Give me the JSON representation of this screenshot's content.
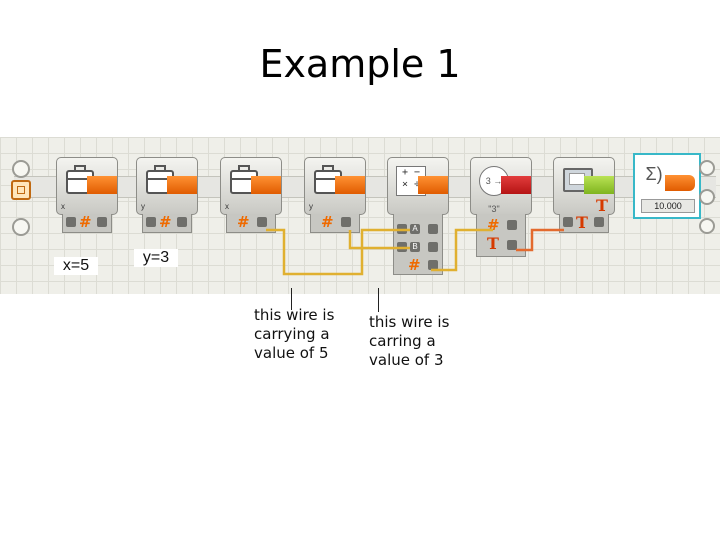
{
  "title": "Example 1",
  "program": {
    "blocks": [
      {
        "type": "variable",
        "label": "x"
      },
      {
        "type": "variable",
        "label": "y"
      },
      {
        "type": "variable",
        "label": "x"
      },
      {
        "type": "variable",
        "label": "y"
      },
      {
        "type": "math"
      },
      {
        "type": "number-to-text"
      },
      {
        "type": "display"
      },
      {
        "type": "selected-block",
        "value": "10.000"
      }
    ],
    "captions": {
      "x": "x=5",
      "y": "y=3"
    },
    "plug_letters": {
      "a": "A",
      "b": "B"
    },
    "glyphs": {
      "hash": "#",
      "text": "T"
    },
    "wire_colors": {
      "number": "#e0b030",
      "text": "#e36a2e"
    }
  },
  "notes": {
    "wire1": "this wire is\ncarrying a\nvalue of 5",
    "wire2": "this wire is\ncarring a\nvalue of 3"
  }
}
